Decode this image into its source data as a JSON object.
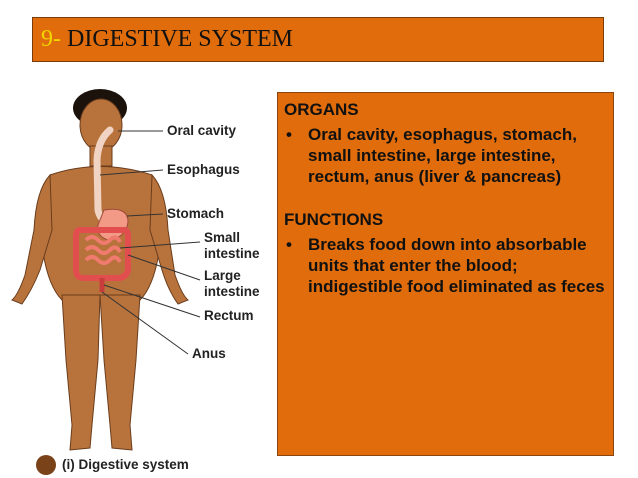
{
  "title": {
    "number": "9-",
    "text": "DIGESTIVE SYSTEM"
  },
  "organs": {
    "heading": "ORGANS",
    "bullets": [
      "Oral cavity, esophagus, stomach, small intestine, large intestine, rectum, anus (liver & pancreas)"
    ]
  },
  "functions": {
    "heading": "FUNCTIONS",
    "bullets": [
      "Breaks food down into absorbable units that enter the blood; indigestible food eliminated as feces"
    ]
  },
  "diagram": {
    "labels": {
      "oral_cavity": "Oral cavity",
      "esophagus": "Esophagus",
      "stomach": "Stomach",
      "small_intestine_1": "Small",
      "small_intestine_2": "intestine",
      "large_intestine_1": "Large",
      "large_intestine_2": "intestine",
      "rectum": "Rectum",
      "anus": "Anus"
    },
    "caption": "(i) Digestive system"
  },
  "colors": {
    "panel": "#e06c0c",
    "title_number": "#f2d400",
    "skin": "#b8733c",
    "esophagus": "#f1d3c3",
    "stomach": "#f29a86",
    "intestine": "#e24d4d"
  }
}
